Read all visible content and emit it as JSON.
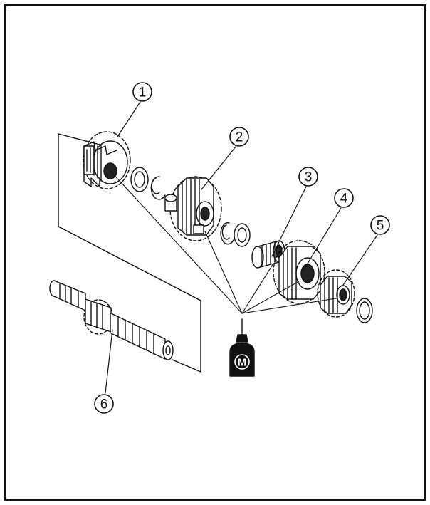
{
  "diagram": {
    "callouts": [
      {
        "id": "callout-1",
        "label": "1"
      },
      {
        "id": "callout-2",
        "label": "2"
      },
      {
        "id": "callout-3",
        "label": "3"
      },
      {
        "id": "callout-4",
        "label": "4"
      },
      {
        "id": "callout-5",
        "label": "5"
      },
      {
        "id": "callout-6",
        "label": "6"
      }
    ],
    "lubricant_symbol": "M",
    "colors": {
      "ink": "#111111",
      "background": "#ffffff"
    }
  }
}
